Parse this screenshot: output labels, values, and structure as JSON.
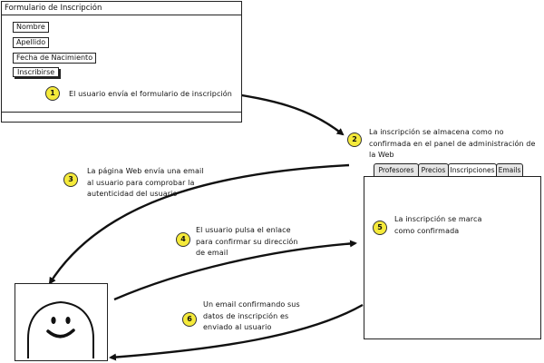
{
  "form": {
    "title": "Formulario de Inscripción",
    "fields": [
      "Nombre",
      "Apellido",
      "Fecha de Nacimiento"
    ],
    "submit_label": "Inscribirse"
  },
  "admin": {
    "tabs": [
      "Profesores",
      "Precios",
      "Inscripciones",
      "Emails"
    ]
  },
  "steps": [
    {
      "num": "1",
      "text": "El usuario envía el formulario de inscripción"
    },
    {
      "num": "2",
      "text": "La inscripción se almacena como no confirmada en el panel de administración de la Web"
    },
    {
      "num": "3",
      "text": "La página Web envía una email al usuario para comprobar la autenticidad del usuario"
    },
    {
      "num": "4",
      "text": "El usuario pulsa el enlace para confirmar su dirección de email"
    },
    {
      "num": "5",
      "text": "La inscripción se marca como confirmada"
    },
    {
      "num": "6",
      "text": "Un email confirmando sus datos de inscripción es enviado al usuario"
    }
  ],
  "colors": {
    "step_badge": "#f5ea3a",
    "stroke": "#222222"
  }
}
